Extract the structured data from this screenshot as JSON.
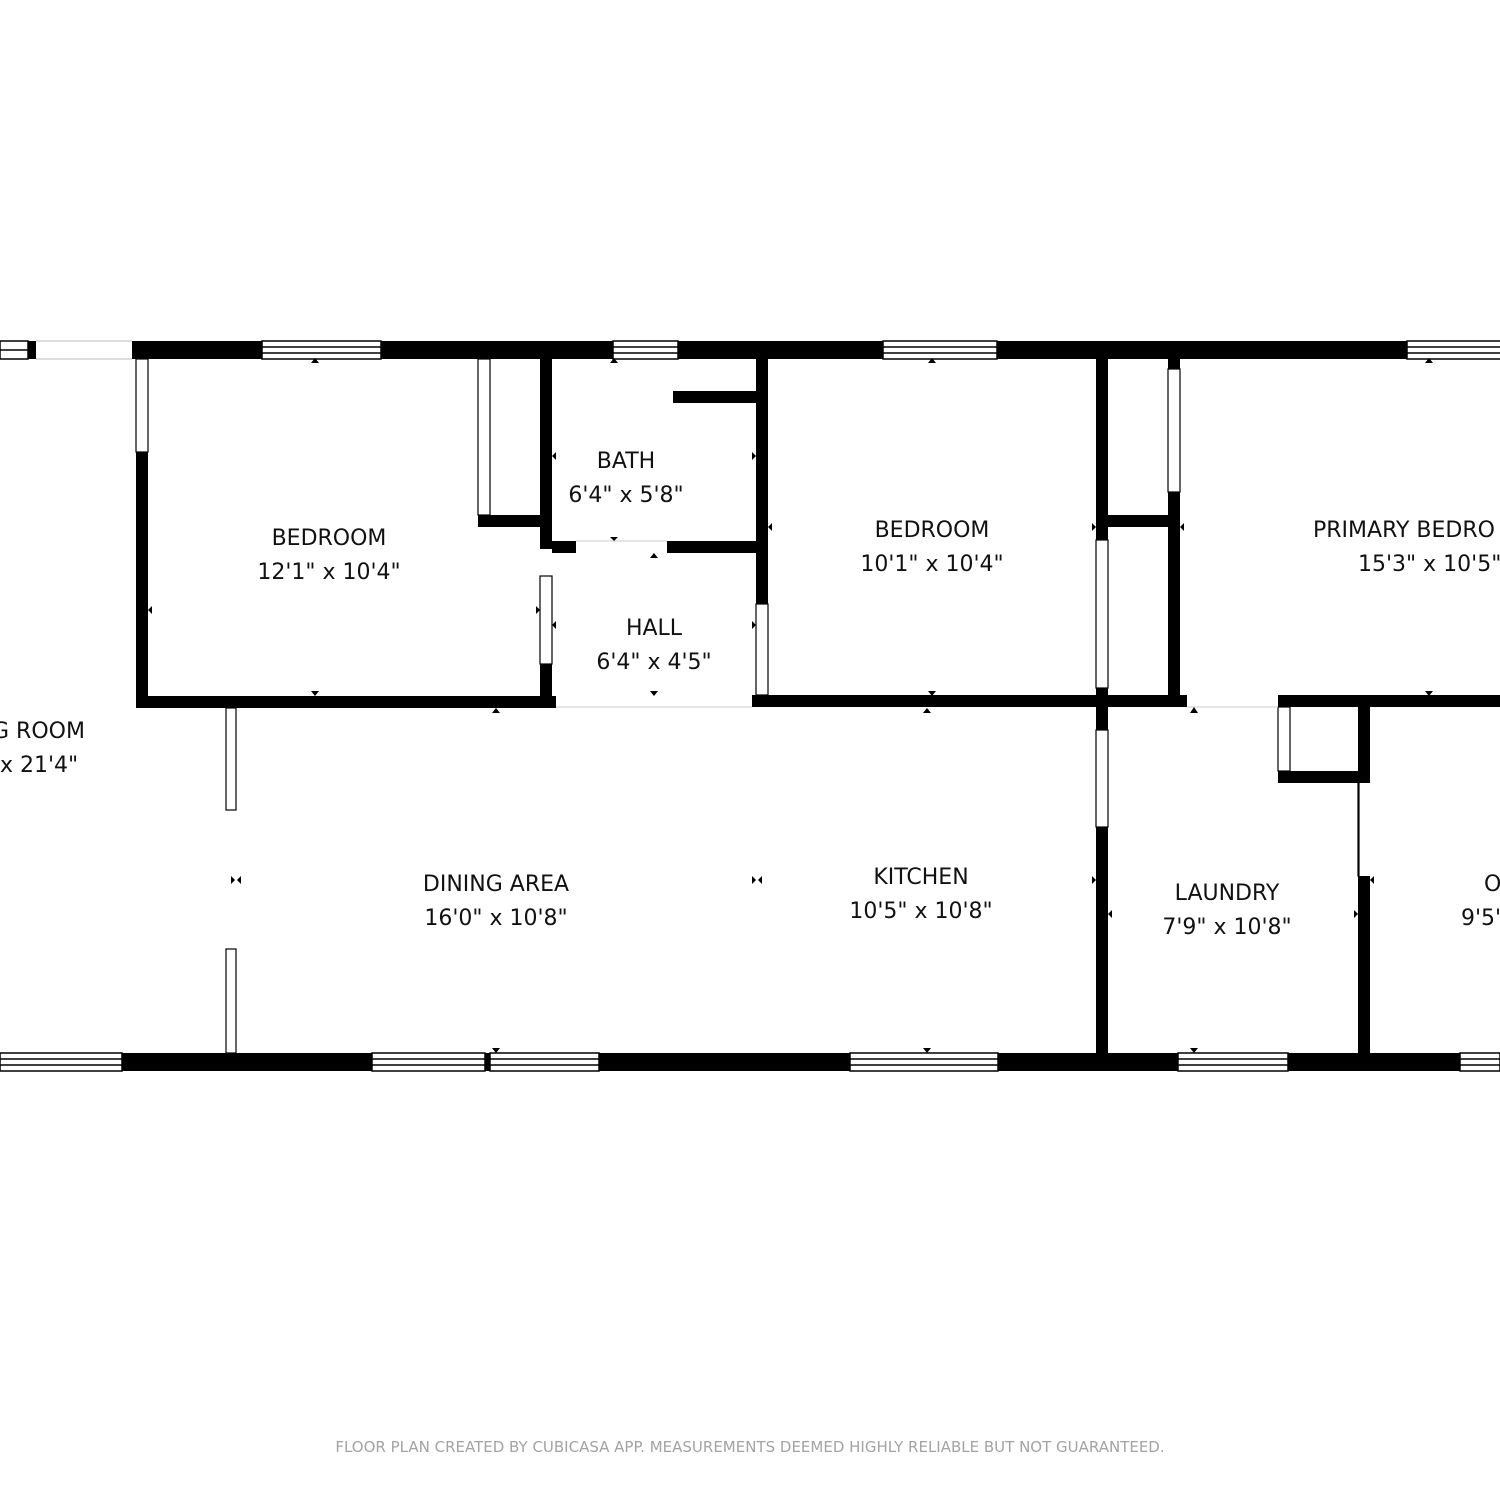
{
  "colors": {
    "wall": "#000000",
    "background": "#ffffff",
    "text": "#111111",
    "footer": "#a3a3a3"
  },
  "rooms": [
    {
      "key": "bedroom_1",
      "name": "BEDROOM",
      "dimensions": "12'1\" x 10'4\""
    },
    {
      "key": "bath",
      "name": "BATH",
      "dimensions": "6'4\" x 5'8\""
    },
    {
      "key": "bedroom_2",
      "name": "BEDROOM",
      "dimensions": "10'1\" x 10'4\""
    },
    {
      "key": "primary_bedroom",
      "name": "PRIMARY BEDRO",
      "dimensions": "15'3\" x 10'5\""
    },
    {
      "key": "hall",
      "name": "HALL",
      "dimensions": "6'4\" x 4'5\""
    },
    {
      "key": "living_room",
      "name": "G ROOM",
      "dimensions": "x 21'4\""
    },
    {
      "key": "dining_area",
      "name": "DINING AREA",
      "dimensions": "16'0\" x 10'8\""
    },
    {
      "key": "kitchen",
      "name": "KITCHEN",
      "dimensions": "10'5\" x 10'8\""
    },
    {
      "key": "laundry",
      "name": "LAUNDRY",
      "dimensions": "7'9\" x 10'8\""
    },
    {
      "key": "office",
      "name": "O",
      "dimensions": "9'5'"
    }
  ],
  "footer": "FLOOR PLAN CREATED BY CUBICASA APP. MEASUREMENTS DEEMED HIGHLY RELIABLE BUT NOT GUARANTEED."
}
